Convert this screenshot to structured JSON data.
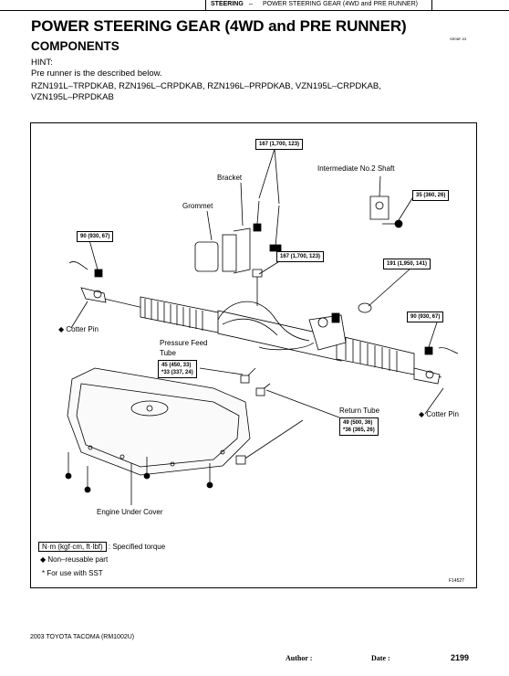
{
  "header": {
    "section": "STEERING",
    "dash": "–",
    "subtitle": "POWER STEERING GEAR (4WD and PRE RUNNER)"
  },
  "title": "POWER STEERING GEAR (4WD and PRE RUNNER)",
  "doc_code": "SR08F-03",
  "page_title": "COMPONENTS",
  "hint": "HINT:",
  "hint_line1": "Pre runner is the described below.",
  "hint_line2": "RZN191L–TRPDKAB, RZN196L–CRPDKAB, RZN196L–PRPDKAB, VZN195L–CRPDKAB,",
  "hint_line3": "VZN195L–PRPDKAB",
  "diagram": {
    "labels": {
      "bracket": "Bracket",
      "grommet": "Grommet",
      "intermediate_shaft": "Intermediate No.2 Shaft",
      "cotter_pin_left": "Cotter Pin",
      "cotter_pin_right": "Cotter Pin",
      "pressure_feed_tube_1": "Pressure Feed",
      "pressure_feed_tube_2": "Tube",
      "return_tube": "Return Tube",
      "engine_under_cover": "Engine Under Cover",
      "figure_id": "F14527"
    },
    "torque": {
      "t1": "167 (1,700, 123)",
      "t2": "35 (360, 26)",
      "t3": "90 (930, 67)",
      "t4": "167 (1,700, 123)",
      "t5": "191 (1,950, 141)",
      "t6": "90 (930, 67)",
      "t7a": "45 (450, 33)",
      "t7b": "*33 (337, 24)",
      "t8a": "49 (500, 36)",
      "t8b": "*36 (365, 26)"
    },
    "legend": {
      "unit_box": "N·m (kgf·cm, ft·lbf)",
      "unit_text": ": Specified torque",
      "nonreusable": "Non–reusable part",
      "sst": "* For use with SST"
    }
  },
  "footer": {
    "model": "2003 TOYOTA TACOMA   (RM1002U)",
    "author": "Author :",
    "date": "Date :",
    "page": "2199"
  }
}
